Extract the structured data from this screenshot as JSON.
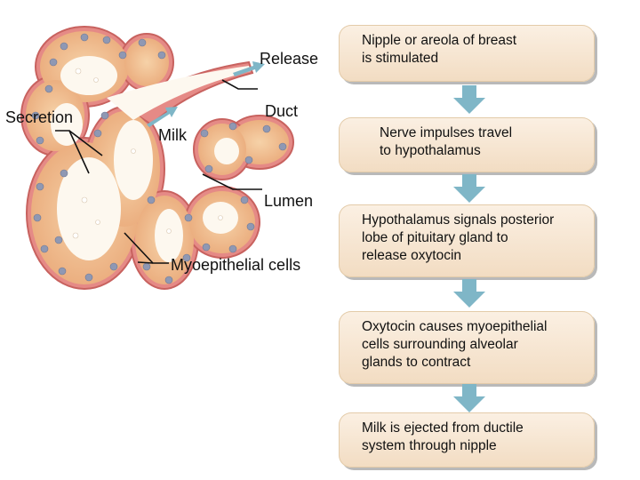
{
  "labels": {
    "release": "Release",
    "duct": "Duct",
    "secretion": "Secretion",
    "milk": "Milk",
    "lumen": "Lumen",
    "myoepithelial": "Myoepithelial cells"
  },
  "steps": [
    {
      "lines": [
        "Nipple or areola of breast",
        "is stimulated"
      ]
    },
    {
      "lines": [
        "Nerve impulses travel",
        "to hypothalamus"
      ]
    },
    {
      "lines": [
        "Hypothalamus signals posterior",
        "lobe of pituitary gland to",
        "release oxytocin"
      ]
    },
    {
      "lines": [
        "Oxytocin causes myoepithelial",
        "cells surrounding alveolar",
        "glands to contract"
      ]
    },
    {
      "lines": [
        "Milk is ejected from ductile",
        "system through nipple"
      ]
    }
  ],
  "colors": {
    "box_fill_top": "#fbf0e3",
    "box_fill_bottom": "#f2dcc2",
    "arrow": "#7fb6c7",
    "tissue_outer": "#e58a86",
    "tissue_cells": "#efb98e",
    "lumen": "#fdf8ef",
    "nuclei": "#8f98b3"
  },
  "icons": {
    "flow_arrow": "down-arrow-icon",
    "milk_arrow": "flow-arrow-icon"
  }
}
